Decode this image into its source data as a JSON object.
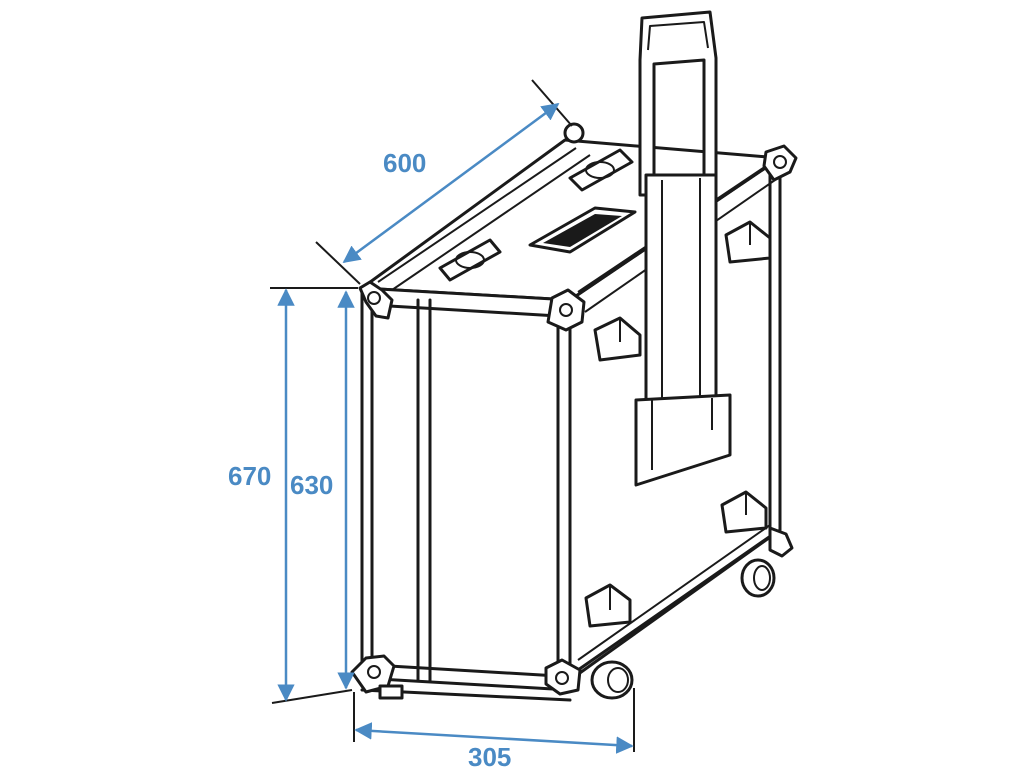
{
  "dimensions": {
    "length": "600",
    "height_outer": "670",
    "height_inner": "630",
    "depth": "305"
  },
  "colors": {
    "dimension": "#4a8ac4",
    "outline": "#1a1a1a",
    "background": "#ffffff"
  }
}
